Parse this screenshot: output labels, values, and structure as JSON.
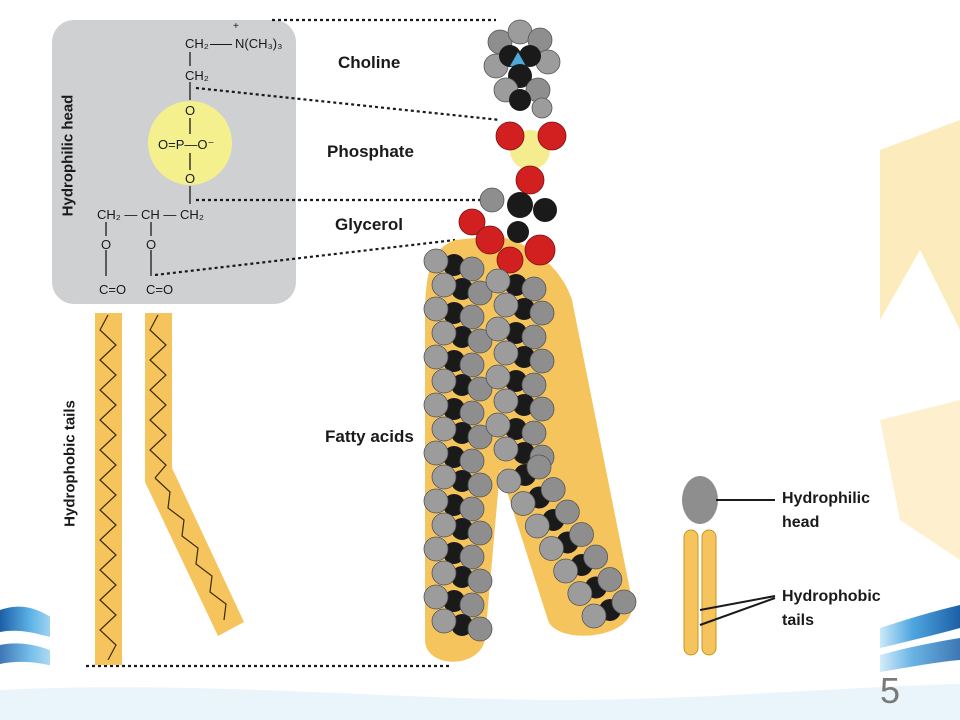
{
  "labels": {
    "hydrophilic_head": "Hydrophilic head",
    "hydrophobic_tails": "Hydrophobic tails",
    "choline": "Choline",
    "phosphate": "Phosphate",
    "glycerol": "Glycerol",
    "fatty_acids": "Fatty acids",
    "legend_head_1": "Hydrophilic",
    "legend_head_2": "head",
    "legend_tails_1": "Hydrophobic",
    "legend_tails_2": "tails"
  },
  "structure": {
    "ch2_top": "CH₂",
    "nme3": "N(CH₃)₃",
    "plus": "+",
    "ch2_second": "CH₂",
    "o_top": "O",
    "o_eq_p": "O=P—O⁻",
    "o_bottom": "O",
    "glycerol_chain": "CH₂ — CH — CH₂",
    "o_left": "O",
    "o_mid": "O",
    "co_left": "C=O",
    "co_right": "C=O"
  },
  "page_number": "5",
  "colors": {
    "head_box": "#cfd0d2",
    "phosphate_circle": "#f4f08e",
    "tail_fill": "#f6c45c",
    "atom_grey": "#9a9a9a",
    "atom_black": "#1a1a1a",
    "atom_red": "#d22020",
    "atom_blue": "#4fa8d8",
    "banner_blue": "#2d7fc4",
    "banner_yellow": "#fbe7b0"
  }
}
